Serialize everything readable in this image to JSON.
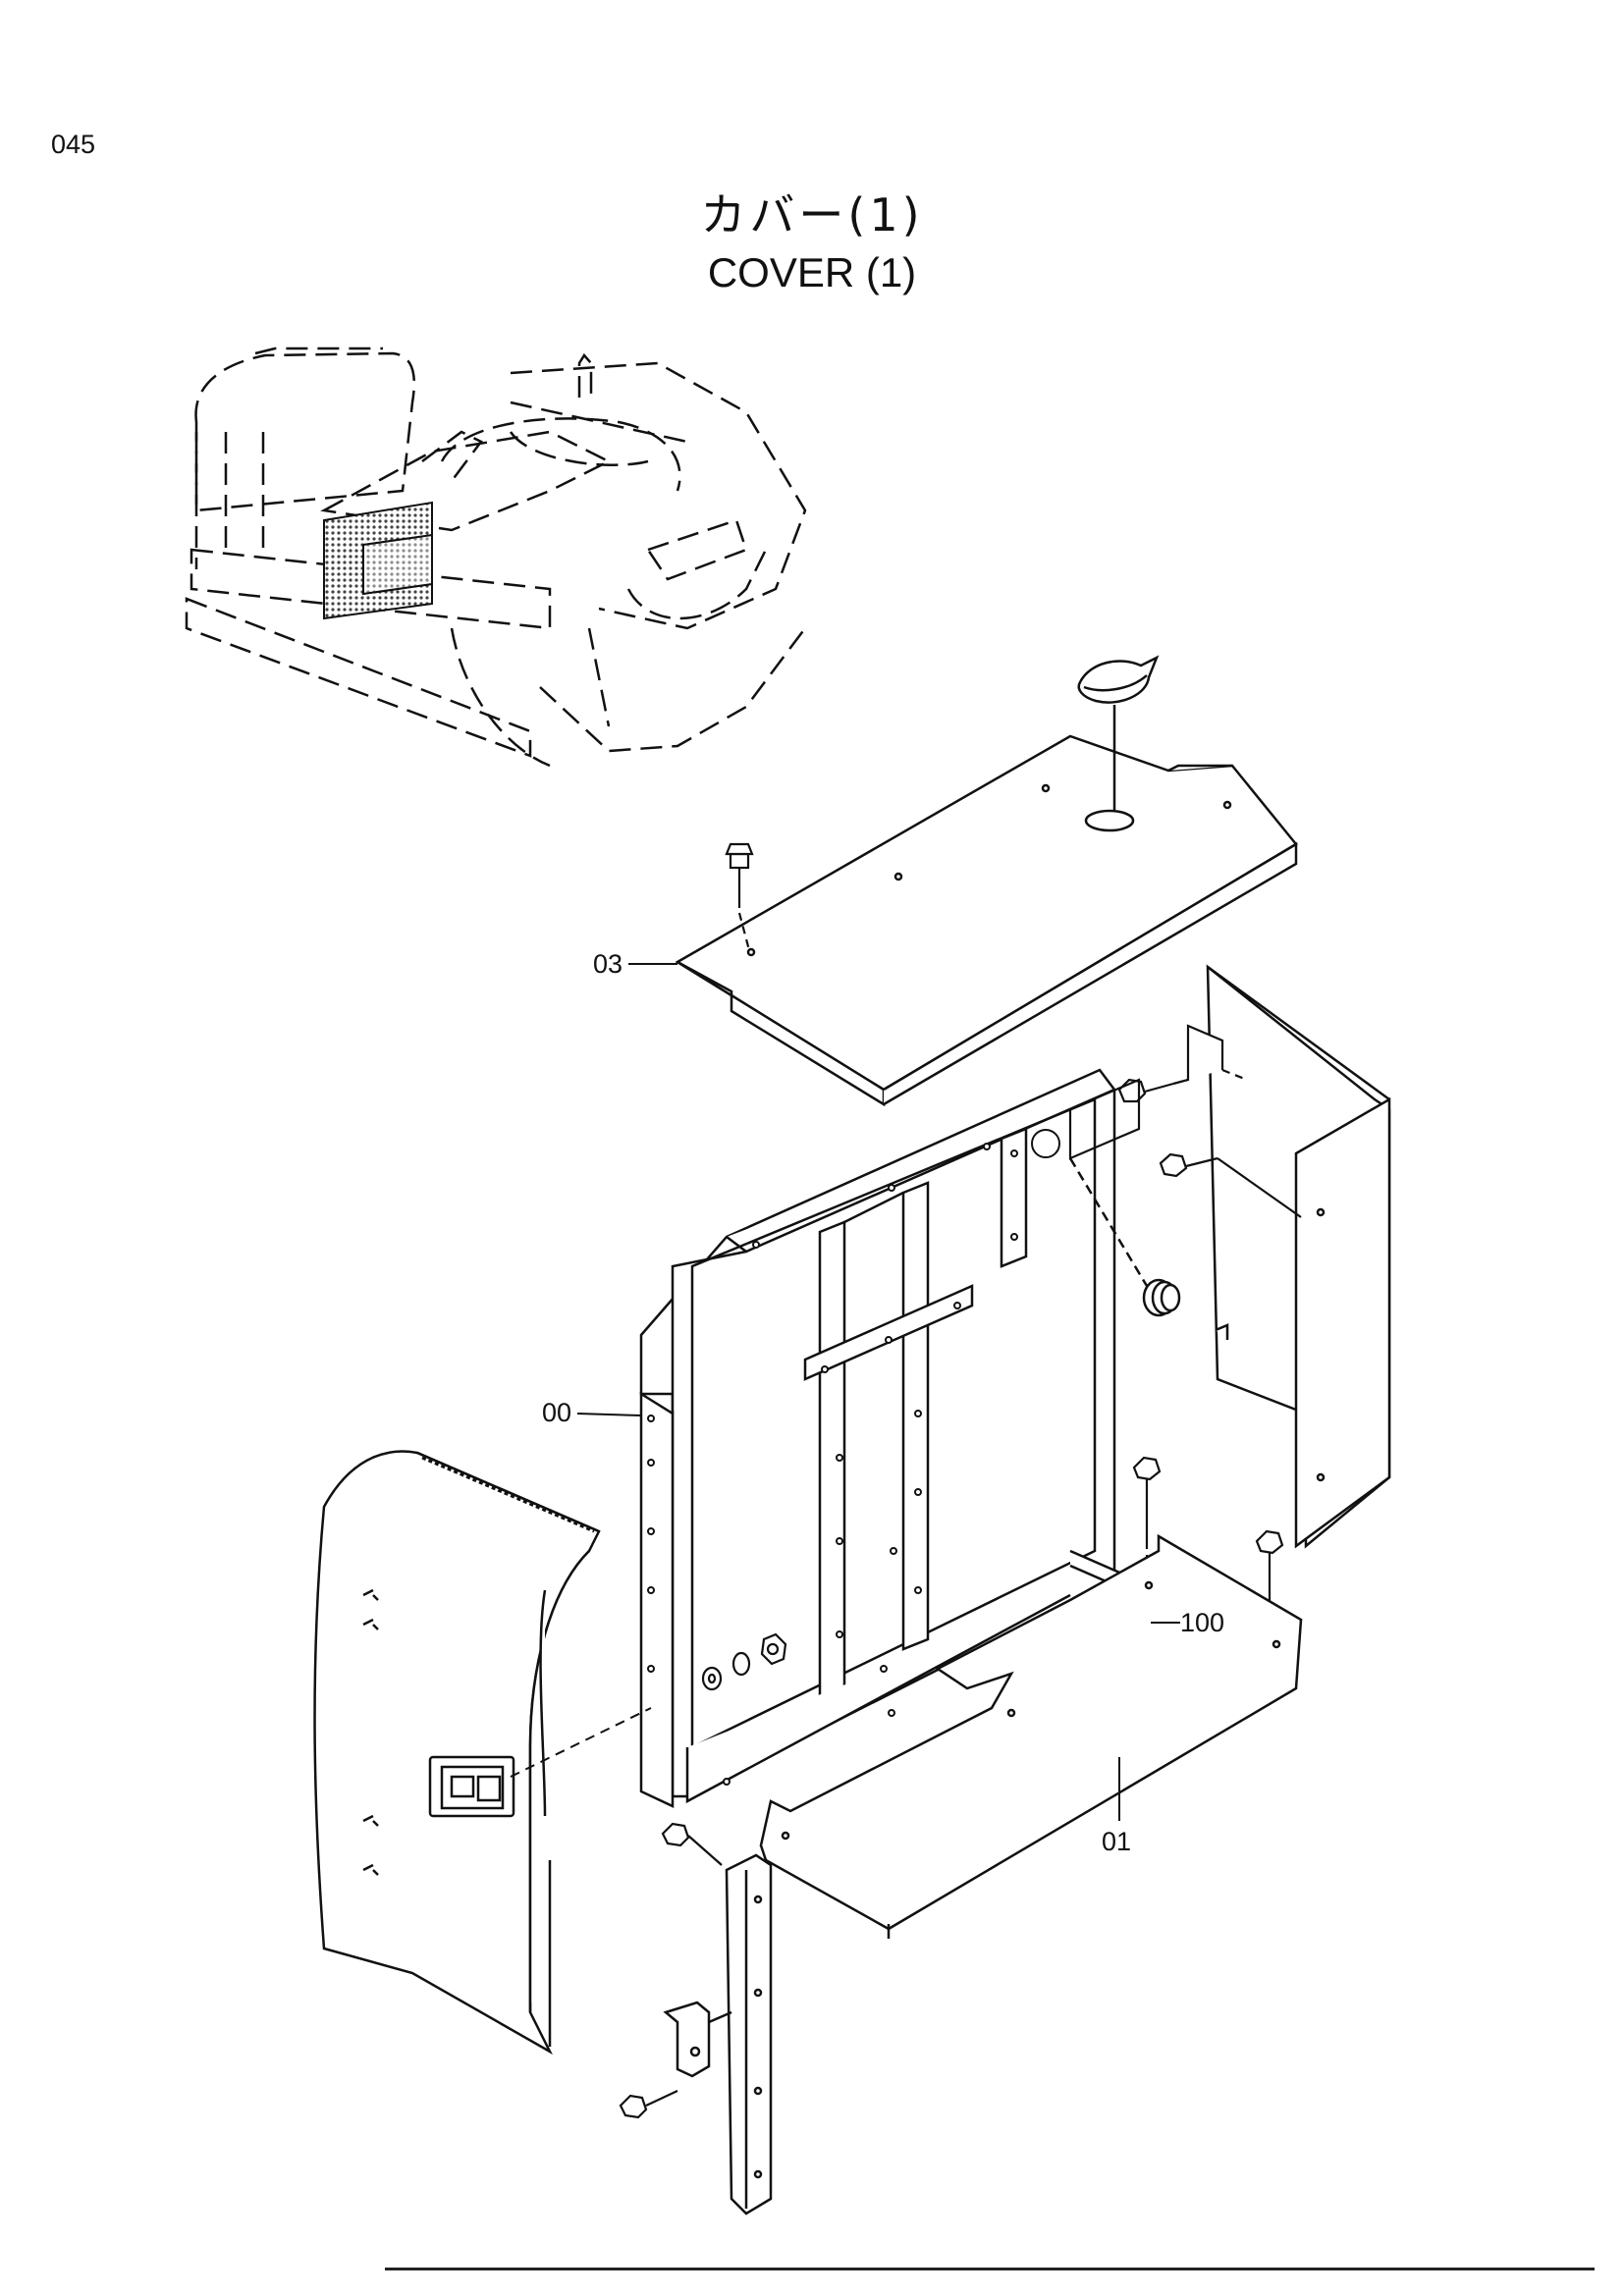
{
  "page": {
    "number": "045",
    "title_jp": "カバー(1)",
    "title_en": "COVER (1)"
  },
  "callouts": {
    "c03": "03",
    "c00": "00",
    "c100": "100",
    "c01": "01"
  },
  "colors": {
    "ink": "#111111",
    "paper": "#ffffff",
    "mesh": "#555555"
  }
}
